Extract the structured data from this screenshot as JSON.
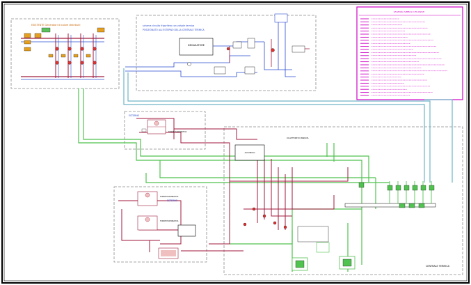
{
  "drawing": {
    "top_left_box_title": "ESISTENTE Generatori di calore distribuiti",
    "center_box_title_line1": "schema circuito frigorifero con valvole termica",
    "center_box_title_line2": "POSIZIONATO ALL'ESTERNO DELLA CENTRALE TERMICA",
    "center_box_equipment": "DEGASATORE",
    "mid_left_box_title": "ESTERNO",
    "lower_left_box_title": "ESTERNO",
    "tower_label_1": "TORRE EVAPORATIVA",
    "tower_label_2": "TORRE EVAPORATIVA",
    "tower_label_3": "TORRE EVAPORATIVA",
    "right_region_title": "CENTRALE TERMICA",
    "collector_label": "COLLETTORE DI MANDATA",
    "accumulator_label": "ACCUMULO",
    "legend_title": "LEGENDA SIMBOLI UTILIZZATI",
    "legend_rows": 26
  },
  "colors": {
    "background": "#ffffff",
    "frame": "#000000",
    "dashed_box": "#8a8a8a",
    "pipe_green": "#4fc24f",
    "pipe_red": "#a01a3c",
    "pipe_blue": "#2a4bd0",
    "pipe_cyan": "#6fb4c8",
    "legend_magenta": "#d000c8"
  }
}
